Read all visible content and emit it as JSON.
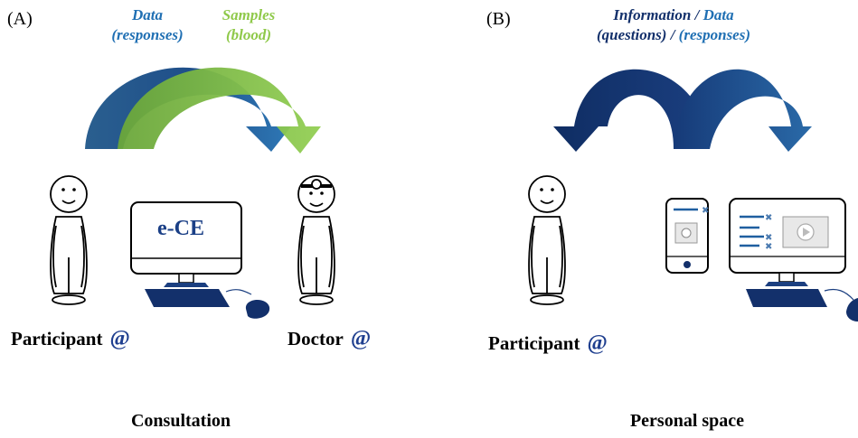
{
  "panel_a": {
    "label": "(A)",
    "flows": [
      {
        "line1": "Data",
        "line2": "(responses)",
        "color": "#1f6fb3"
      },
      {
        "line1": "Samples",
        "line2": "(blood)",
        "color": "#8fc94a"
      }
    ],
    "screen_text": "e-CE",
    "participant": "Participant",
    "doctor": "Doctor",
    "at_symbol": "@",
    "caption": "Consultation"
  },
  "panel_b": {
    "label": "(B)",
    "flow_information": "Information",
    "flow_sep": " / ",
    "flow_data": "Data",
    "flow_questions": "(questions)",
    "flow_responses": "(responses)",
    "color_dark": "#13306b",
    "color_light": "#1f6fb3",
    "participant": "Participant",
    "at_symbol": "@",
    "caption": "Personal space"
  }
}
